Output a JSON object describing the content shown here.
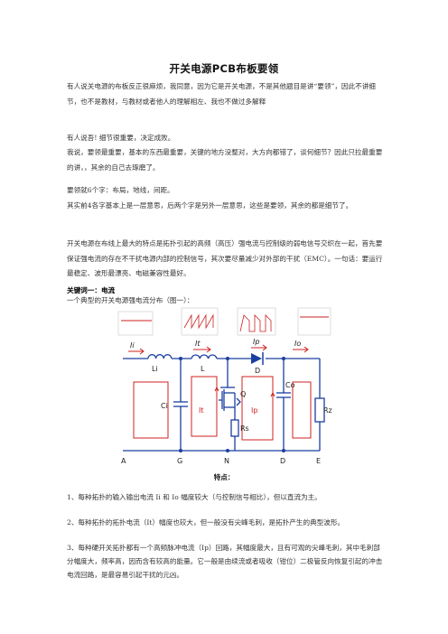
{
  "doc": {
    "title": "开关电源PCB布板要领",
    "intro_1": "有人说关电源的布板反正很麻烦，我同意，因为它是开关电源，不是其他题目是讲“要领”，因此不讲细节，也不是教材，与教材或者他人的理解相左、我也不做过多解释",
    "intro_2": "有人说吾! 细节很重要，决定成败。",
    "intro_3": "我说，要领最重要，基本的东西最重要，关键的地方没整对，大方向都错了，谈何细节？因此只拉最重要的讲，，其余的自己去琢磨了。",
    "intro_4": "要领就6个字：布局，地线，间距。",
    "intro_5": "其实前4各字基本上是一层意思，后两个字是另外一层意思，这些是要领，其余的都是细节了。",
    "intro_6": "开关电源在布线上最大的特点是拓扑引起的高频（高压）强电流与控制级的弱电信号交织在一起，首先要保证强电流的存在不干扰电源内部的控制信号，其次要尽量减少对外部的干扰（EMC）。一句话：要运行最稳定、波形最漂亮、电磁兼容性最好。",
    "keyword_1": "关键词一：电流",
    "diagram_caption": "一个典型的开关电源强电流分布（图一）：",
    "features_heading": "特点：",
    "point_1": "1、每种拓扑的输入输出电流 Ii 和 Io 幅度较大（与控制信号相比），但以直流为主。",
    "point_2": "2、每种拓扑的拓扑电流（It）幅度也较大，但一般没有尖峰毛刺，是拓扑产生的典型波形。",
    "point_3": "3、每种硬开关拓扑都有一个高频脉冲电流（Ip）回路，其幅度最大，且有可观的尖峰毛刺，其中毛刺部分幅度大，频率高，因而含有较高的能量。它一般是由续流或者吸收（钳位）二极管反向恢复引起的冲击电流回路，是最容易引起干扰的元凶。"
  },
  "circuit": {
    "current_labels": [
      "Ii",
      "It",
      "Ip",
      "Io"
    ],
    "component_labels": [
      "Li",
      "L",
      "D",
      "Q",
      "Ci",
      "Co",
      "Rs",
      "Rz"
    ],
    "loop_labels": [
      "It",
      "Ip"
    ],
    "node_labels": [
      "A",
      "G",
      "N",
      "D",
      "E"
    ]
  }
}
